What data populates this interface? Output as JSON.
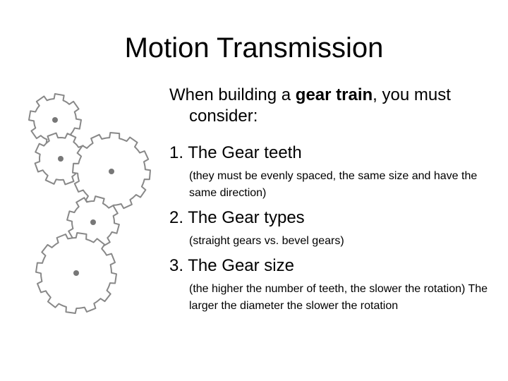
{
  "slide": {
    "title": "Motion Transmission",
    "intro": {
      "prefix": "When building a ",
      "bold": "gear train",
      "suffix": ", you must consider:"
    },
    "items": [
      {
        "title": "1. The Gear teeth",
        "detail": "(they must be evenly spaced, the same size and have the same direction)"
      },
      {
        "title": "2. The Gear types",
        "detail": "(straight gears vs. bevel gears)"
      },
      {
        "title": "3. The Gear size",
        "detail": "(the higher the number of teeth, the slower the rotation) The larger the diameter the slower the rotation"
      }
    ]
  },
  "illustration": {
    "name": "gear-train",
    "colors": {
      "outline": "#888888",
      "hub": "#777777"
    }
  }
}
